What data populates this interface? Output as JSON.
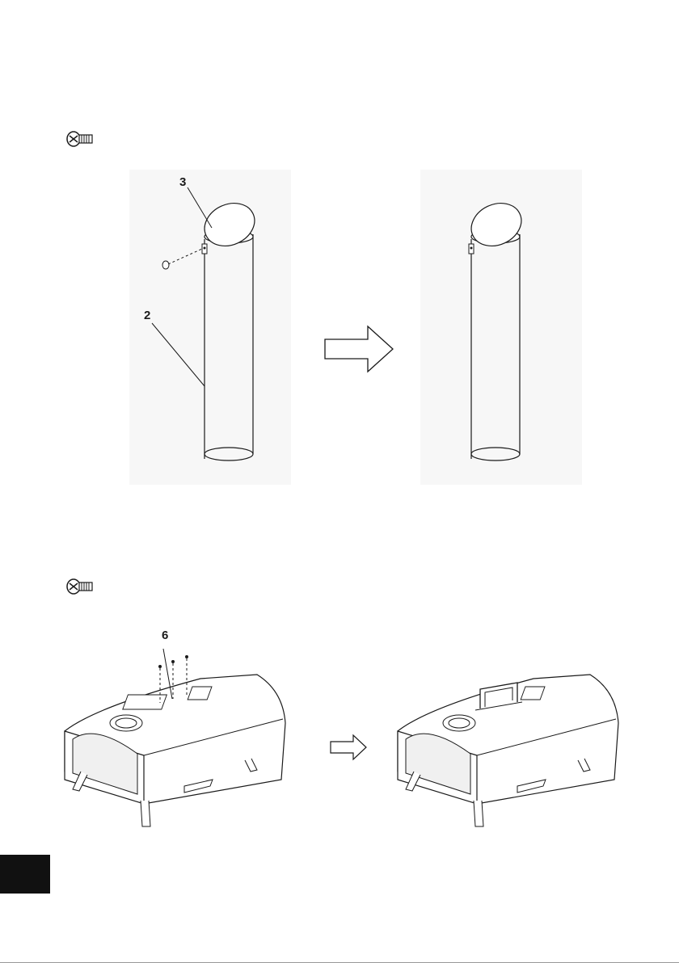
{
  "step1": {
    "screw_icon": "screw-icon",
    "label_cap": "3",
    "label_pipe": "2"
  },
  "step2": {
    "screw_icon": "screw-icon",
    "label_handle": "6"
  },
  "colors": {
    "line": "#1a1a1a",
    "tab": "#111111",
    "panel_bg": "#f7f7f7"
  }
}
